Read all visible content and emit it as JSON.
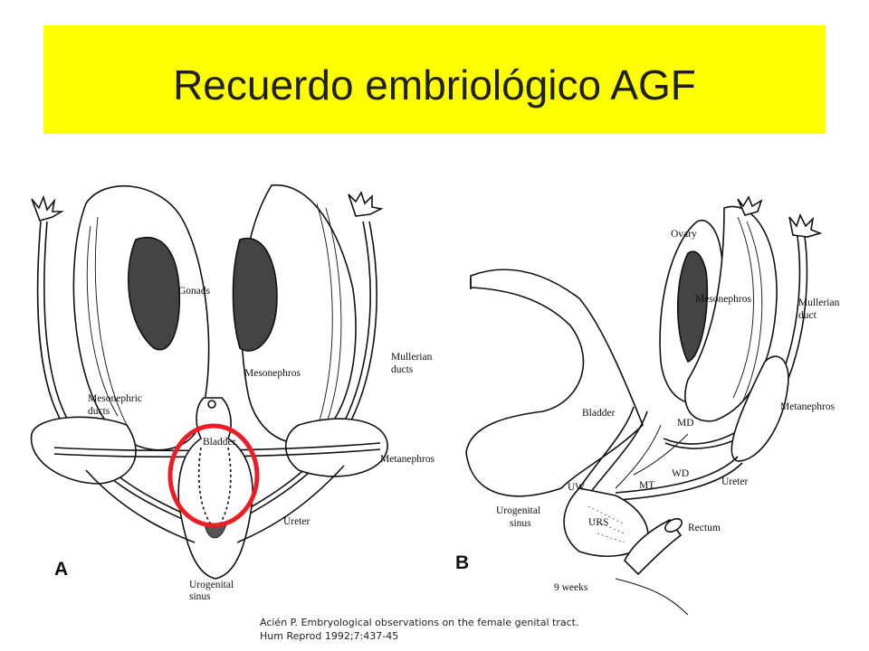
{
  "slide": {
    "title": "Recuerdo embriológico AGF",
    "colors": {
      "title_bg": "#ffff00",
      "highlight_circle": "#ee1c24"
    }
  },
  "figure_a": {
    "panel_label": "A",
    "labels": {
      "gonads": "Gonads",
      "mesonephros": "Mesonephros",
      "mullerian_ducts_1": "Mullerian",
      "mullerian_ducts_2": "ducts",
      "mesonephric_ducts_1": "Mesonephric",
      "mesonephric_ducts_2": "ducts",
      "bladder": "Bladder",
      "metanephros": "Metanephros",
      "ureter": "Ureter",
      "urogenital_sinus_1": "Urogenital",
      "urogenital_sinus_2": "sinus"
    }
  },
  "figure_b": {
    "panel_label": "B",
    "labels": {
      "ovary": "Ovary",
      "mesonephros": "Mesonephros",
      "mullerian_duct_1": "Mullerian",
      "mullerian_duct_2": "duct",
      "metanephros": "Metanephros",
      "bladder": "Bladder",
      "md": "MD",
      "wd": "WD",
      "mt": "MT",
      "ureter": "Ureter",
      "uw": "UW",
      "urogenital_sinus_1": "Urogenital",
      "urogenital_sinus_2": "sinus",
      "urs": "URS",
      "rectum": "Rectum",
      "age": "9 weeks"
    }
  },
  "citation": {
    "line1": "Acién P. Embryological observations on the female genital tract.",
    "line2": "Hum Reprod 1992;7:437-45"
  }
}
